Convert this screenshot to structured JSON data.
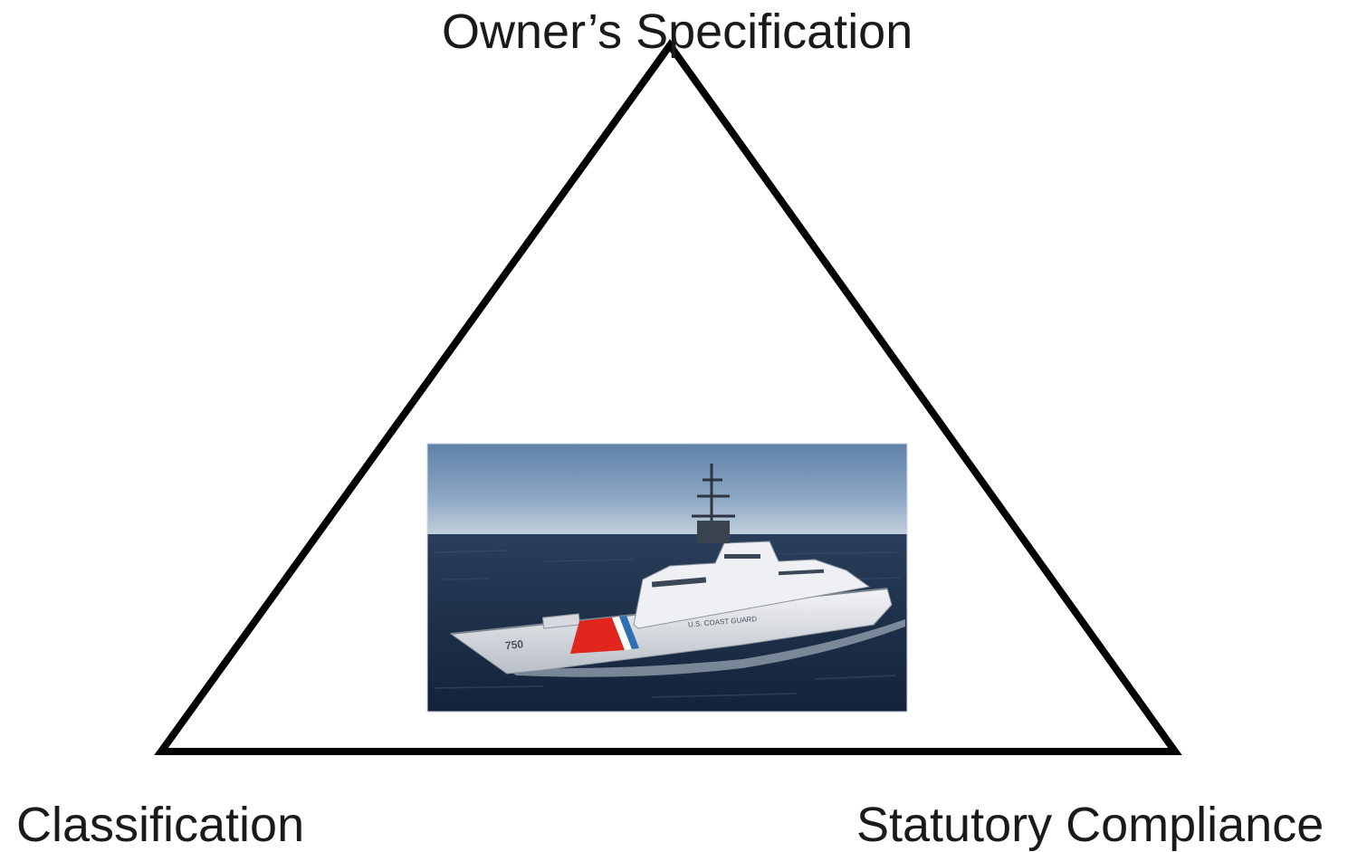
{
  "diagram": {
    "vertices": {
      "top": "Owner’s Specification",
      "bottom_left": "Classification",
      "bottom_right": "Statutory Compliance"
    },
    "center_image": {
      "subject": "white-hulled ship with red and blue diagonal stripe on open sea",
      "hull_number": "750",
      "hull_lettering": "U.S. COAST GUARD",
      "colors": {
        "sky": "#6f8fb3",
        "sea": "#1d2f45",
        "hull": "#e9ecef",
        "stripe_red": "#e0261d",
        "stripe_blue": "#2f6fb2"
      }
    },
    "colors": {
      "outline": "#000000",
      "text": "#1a1a1a",
      "background": "#ffffff"
    }
  }
}
